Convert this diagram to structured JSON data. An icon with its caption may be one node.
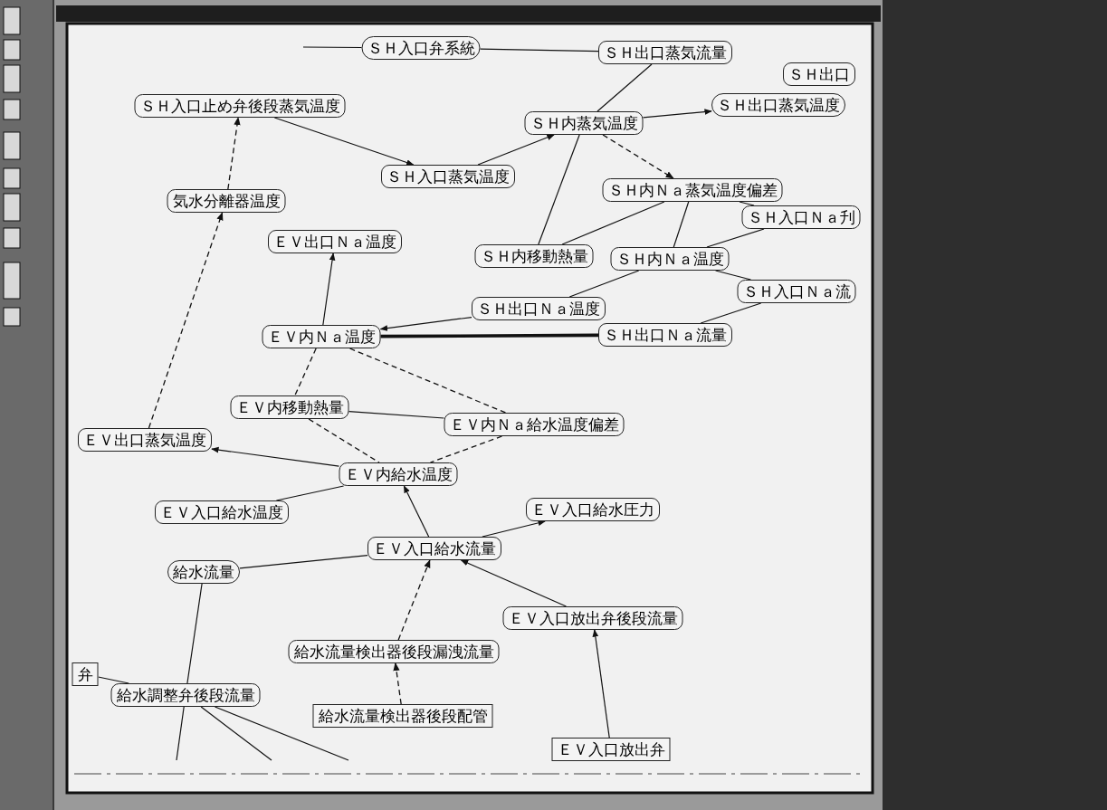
{
  "diagram": {
    "nodes": [
      {
        "text": [
          "ＳＨ入口弁系統"
        ]
      },
      {
        "text": [
          "ＳＨ出口蒸気流量"
        ]
      },
      {
        "text": [
          "ＳＨ出口"
        ]
      },
      {
        "text": [
          "ＳＨ入口止め弁後段蒸気温度"
        ]
      },
      {
        "text": [
          "ＳＨ内蒸気温度"
        ]
      },
      {
        "text": [
          "ＳＨ出口蒸気温度"
        ]
      },
      {
        "text": [
          "ＳＨ入口蒸気温度"
        ]
      },
      {
        "text": [
          "ＳＨ内Ｎａ蒸気温度偏差"
        ]
      },
      {
        "text": [
          "気水分離器温度"
        ]
      },
      {
        "text": [
          "ＳＨ入口Ｎａ刋"
        ]
      },
      {
        "text": [
          "ＥＶ出口Ｎａ温度"
        ]
      },
      {
        "text": [
          "ＳＨ内移動熱量"
        ]
      },
      {
        "text": [
          "ＳＨ内Ｎａ温度"
        ]
      },
      {
        "text": [
          "ＳＨ入口Ｎａ流"
        ]
      },
      {
        "text": [
          "ＳＨ出口Ｎａ温度"
        ]
      },
      {
        "text": [
          "ＥＶ内Ｎａ温度"
        ]
      },
      {
        "text": [
          "ＳＨ出口Ｎａ流量"
        ]
      },
      {
        "text": [
          "ＥＶ内移動熱量"
        ]
      },
      {
        "text": [
          "ＥＶ内Ｎａ給水温度偏差"
        ]
      },
      {
        "text": [
          "ＥＶ出口蒸気温度"
        ]
      },
      {
        "text": [
          "ＥＶ内給水温度"
        ]
      },
      {
        "text": [
          "ＥＶ入口給水温度"
        ]
      },
      {
        "text": [
          "ＥＶ入口給水圧力"
        ]
      },
      {
        "text": [
          "給水流量"
        ]
      },
      {
        "text": [
          "ＥＶ入口給水流量"
        ]
      },
      {
        "text": [
          "ＥＶ入口放出弁後段流量"
        ]
      },
      {
        "text": [
          "給水流量検出器後段漏洩流量"
        ]
      },
      {
        "text": [
          "弁"
        ]
      },
      {
        "text": [
          "給水調整弁後段流量"
        ]
      },
      {
        "text": [
          "給水流量検出器後段配管"
        ]
      },
      {
        "text": [
          "ＥＶ入口放出弁"
        ]
      }
    ],
    "edges": [
      {
        "from": null,
        "to": 0,
        "arrow": "none"
      },
      {
        "from": 0,
        "to": 1,
        "arrow": "none"
      },
      {
        "from": 1,
        "to": 4,
        "arrow": "none"
      },
      {
        "from": 3,
        "to": 6,
        "arrow": "to"
      },
      {
        "from": 8,
        "to": 3,
        "arrow": "to",
        "style": "dashed"
      },
      {
        "from": 19,
        "to": 8,
        "arrow": "to",
        "style": "dashed"
      },
      {
        "from": 6,
        "to": 4,
        "arrow": "to"
      },
      {
        "from": 4,
        "to": 5,
        "arrow": "to"
      },
      {
        "from": 4,
        "to": 7,
        "arrow": "to",
        "style": "dashed"
      },
      {
        "from": 4,
        "to": 11,
        "arrow": "none"
      },
      {
        "from": 7,
        "to": 11,
        "arrow": "none"
      },
      {
        "from": 7,
        "to": 12,
        "arrow": "none"
      },
      {
        "from": 7,
        "to": 9,
        "arrow": "none"
      },
      {
        "from": 9,
        "to": 12,
        "arrow": "none"
      },
      {
        "from": 12,
        "to": 13,
        "arrow": "none"
      },
      {
        "from": 12,
        "to": 14,
        "arrow": "none"
      },
      {
        "from": 14,
        "to": 15,
        "arrow": "to"
      },
      {
        "from": 13,
        "to": 16,
        "arrow": "none"
      },
      {
        "from": 16,
        "to": 15,
        "arrow": "none",
        "style": "thick"
      },
      {
        "from": 15,
        "to": 10,
        "arrow": "to"
      },
      {
        "from": 15,
        "to": 17,
        "arrow": "none",
        "style": "dashed"
      },
      {
        "from": 15,
        "to": 18,
        "arrow": "none",
        "style": "dashed"
      },
      {
        "from": 17,
        "to": 18,
        "arrow": "none"
      },
      {
        "from": 17,
        "to": 20,
        "arrow": "none",
        "style": "dashed"
      },
      {
        "from": 18,
        "to": 20,
        "arrow": "none",
        "style": "dashed"
      },
      {
        "from": 20,
        "to": 19,
        "arrow": "to"
      },
      {
        "from": 21,
        "to": 20,
        "arrow": "none"
      },
      {
        "from": 24,
        "to": 20,
        "arrow": "to"
      },
      {
        "from": 24,
        "to": 22,
        "arrow": "to"
      },
      {
        "from": 23,
        "to": 24,
        "arrow": "none"
      },
      {
        "from": 23,
        "to": 28,
        "arrow": "none"
      },
      {
        "from": 26,
        "to": 24,
        "arrow": "to",
        "style": "dashed"
      },
      {
        "from": 25,
        "to": 24,
        "arrow": "to"
      },
      {
        "from": 29,
        "to": 26,
        "arrow": "to",
        "style": "dashed"
      },
      {
        "from": 30,
        "to": 25,
        "arrow": "to"
      },
      {
        "from": 27,
        "to": 28,
        "arrow": "none"
      },
      {
        "from": 28,
        "to": null,
        "arrow": "none"
      },
      {
        "from": 28,
        "to": null,
        "arrow": "none"
      },
      {
        "from": 28,
        "to": null,
        "arrow": "none"
      }
    ]
  }
}
